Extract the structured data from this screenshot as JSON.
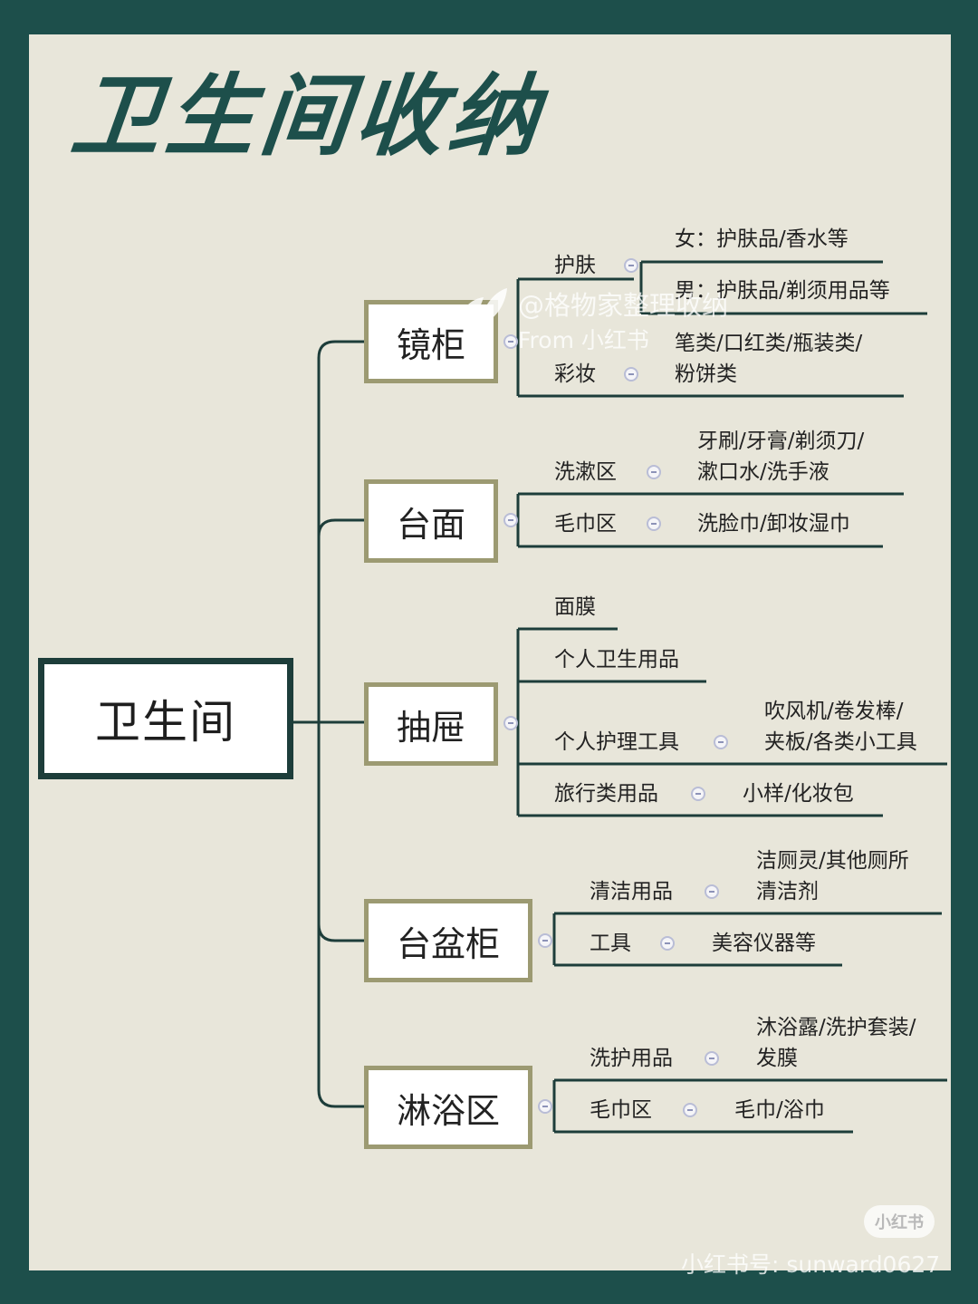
{
  "title": "卫生间收纳",
  "root": "卫生间",
  "colors": {
    "frame": "#1d4f4b",
    "panel": "#e8e6da",
    "box_border": "#9c9a72",
    "line": "#1d3d3a"
  },
  "icons": {
    "collapse": "collapse-toggle-icon"
  },
  "categories": [
    {
      "label": "镜柜",
      "items": [
        {
          "label": "护肤",
          "details": [
            "女：护肤品/香水等",
            "男：护肤品/剃须用品等"
          ]
        },
        {
          "label": "彩妆",
          "details": [
            "笔类/口红类/瓶装类/",
            "粉饼类"
          ]
        }
      ]
    },
    {
      "label": "台面",
      "items": [
        {
          "label": "洗漱区",
          "details": [
            "牙刷/牙膏/剃须刀/",
            "漱口水/洗手液"
          ]
        },
        {
          "label": "毛巾区",
          "details": [
            "洗脸巾/卸妆湿巾"
          ]
        }
      ]
    },
    {
      "label": "抽屉",
      "items": [
        {
          "label": "面膜",
          "details": []
        },
        {
          "label": "个人卫生用品",
          "details": []
        },
        {
          "label": "个人护理工具",
          "details": [
            "吹风机/卷发棒/",
            "夹板/各类小工具"
          ]
        },
        {
          "label": "旅行类用品",
          "details": [
            "小样/化妆包"
          ]
        }
      ]
    },
    {
      "label": "台盆柜",
      "items": [
        {
          "label": "清洁用品",
          "details": [
            "洁厕灵/其他厕所",
            "清洁剂"
          ]
        },
        {
          "label": "工具",
          "details": [
            "美容仪器等"
          ]
        }
      ]
    },
    {
      "label": "淋浴区",
      "items": [
        {
          "label": "洗护用品",
          "details": [
            "沐浴露/洗护套装/",
            "发膜"
          ]
        },
        {
          "label": "毛巾区",
          "details": [
            "毛巾/浴巾"
          ]
        }
      ]
    }
  ],
  "watermark": {
    "account": "@格物家整理收纳",
    "from": "From 小红书",
    "badge": "小红书",
    "footer": "小红书号: sunward0627"
  }
}
